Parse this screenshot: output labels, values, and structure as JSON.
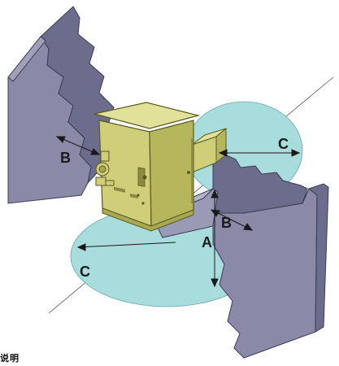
{
  "labels": {
    "b_left": "B",
    "c_right": "C",
    "b_right": "B",
    "a": "A",
    "c_left": "C"
  },
  "caption": "说明",
  "colors": {
    "wall": "#8a8aa8",
    "wall_dark": "#6c6c8c",
    "wall_edge": "#3c3c54",
    "zone": "#a9dcdc",
    "cabinet_front": "#cfcf7a",
    "cabinet_side": "#b6b65c",
    "cabinet_top": "#e1e19a",
    "stand": "#9a9ab6"
  }
}
